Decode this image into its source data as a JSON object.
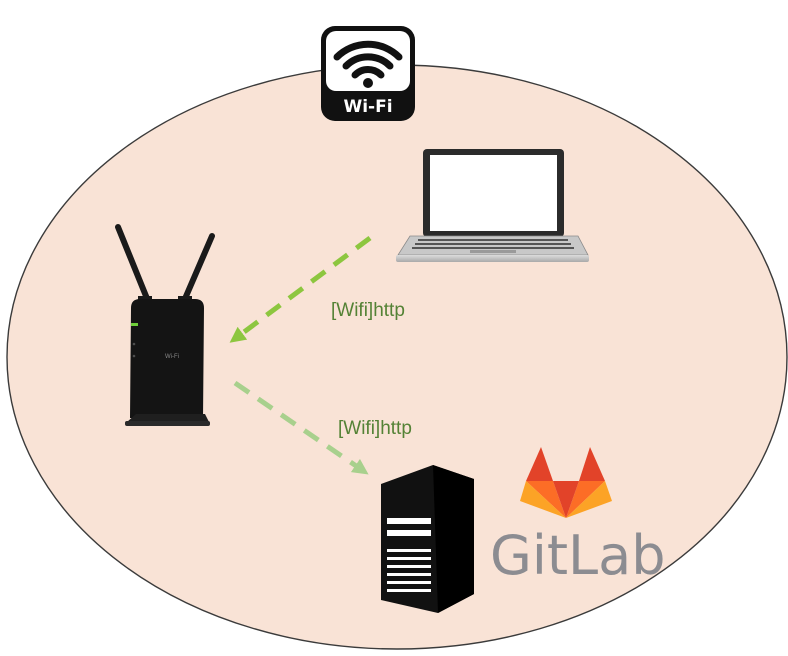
{
  "wifi_badge": {
    "caption": "Wi-Fi",
    "icon": "wifi-icon"
  },
  "nodes": {
    "laptop": {
      "icon": "laptop-icon"
    },
    "router": {
      "icon": "router-icon",
      "brand_text": "Wi-Fi"
    },
    "server": {
      "icon": "server-icon"
    },
    "gitlab": {
      "icon": "gitlab-logo-icon",
      "wordmark": "GitLab"
    }
  },
  "edges": [
    {
      "from": "laptop",
      "to": "router",
      "label": "[Wifi]http"
    },
    {
      "from": "router",
      "to": "server",
      "label": "[Wifi]http"
    }
  ],
  "colors": {
    "network_fill": "#f9e3d6",
    "network_stroke": "#3b3b3b",
    "edge_strong": "#8dc63f",
    "edge_light": "#a8d08d",
    "label_text": "#548235",
    "gitlab_orange_dark": "#e24329",
    "gitlab_orange": "#fc6d26",
    "gitlab_orange_light": "#fca326",
    "gitlab_gray": "#8c8c91"
  }
}
